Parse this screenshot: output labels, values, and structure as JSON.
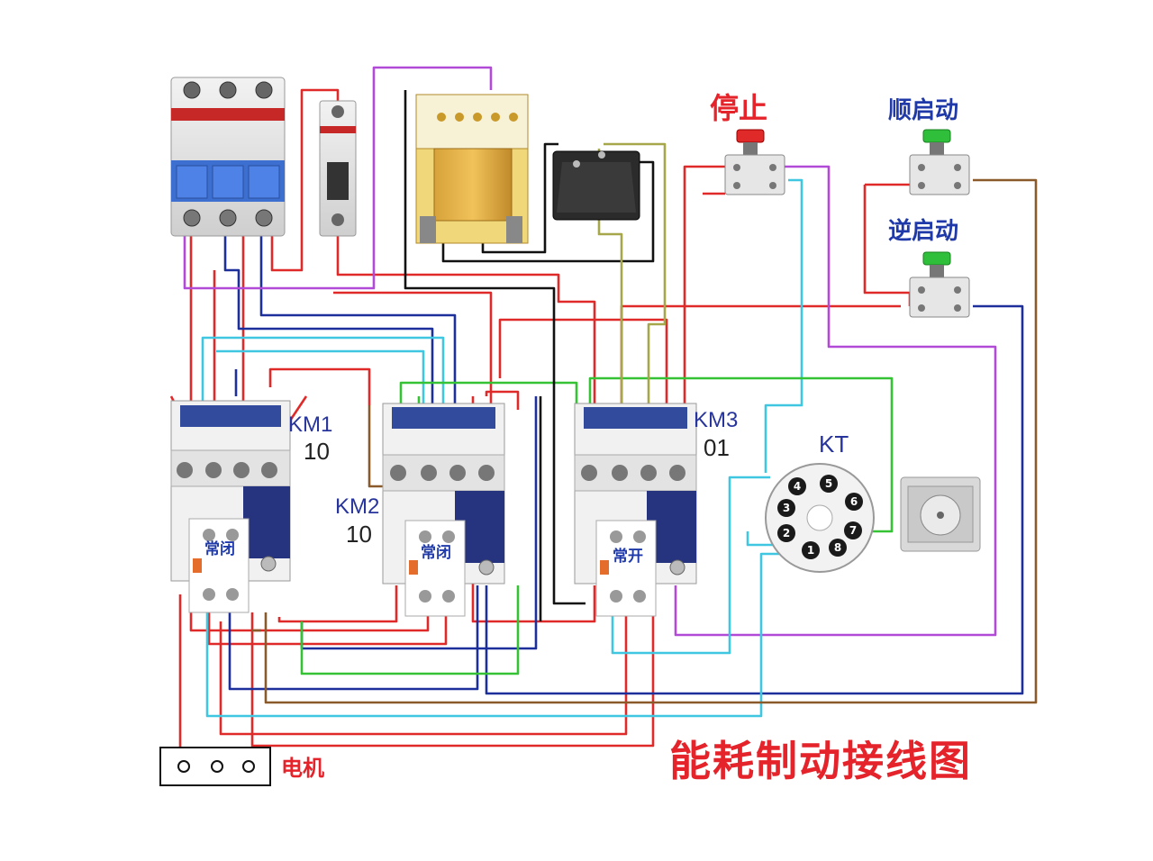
{
  "title": "能耗制动接线图",
  "buttons": {
    "stop": "停止",
    "forward": "顺启动",
    "reverse": "逆启动"
  },
  "contactors": [
    {
      "name": "KM1",
      "code": "10",
      "aux_label": "常闭"
    },
    {
      "name": "KM2",
      "code": "10",
      "aux_label": "常闭"
    },
    {
      "name": "KM3",
      "code": "01",
      "aux_label": "常开"
    }
  ],
  "timer": {
    "name": "KT",
    "pins": [
      "1",
      "2",
      "3",
      "4",
      "5",
      "6",
      "7",
      "8"
    ]
  },
  "motor": {
    "label": "电机"
  },
  "colors": {
    "red": "#e02a2a",
    "blue": "#1d2f9a",
    "purple": "#b14ad6",
    "cyan": "#3fc6e0",
    "green": "#35c235",
    "olive": "#a6a64a",
    "brown": "#8a5a2b",
    "black": "#111111",
    "title": "#e4232a",
    "button_label": "#1f3aa8"
  }
}
